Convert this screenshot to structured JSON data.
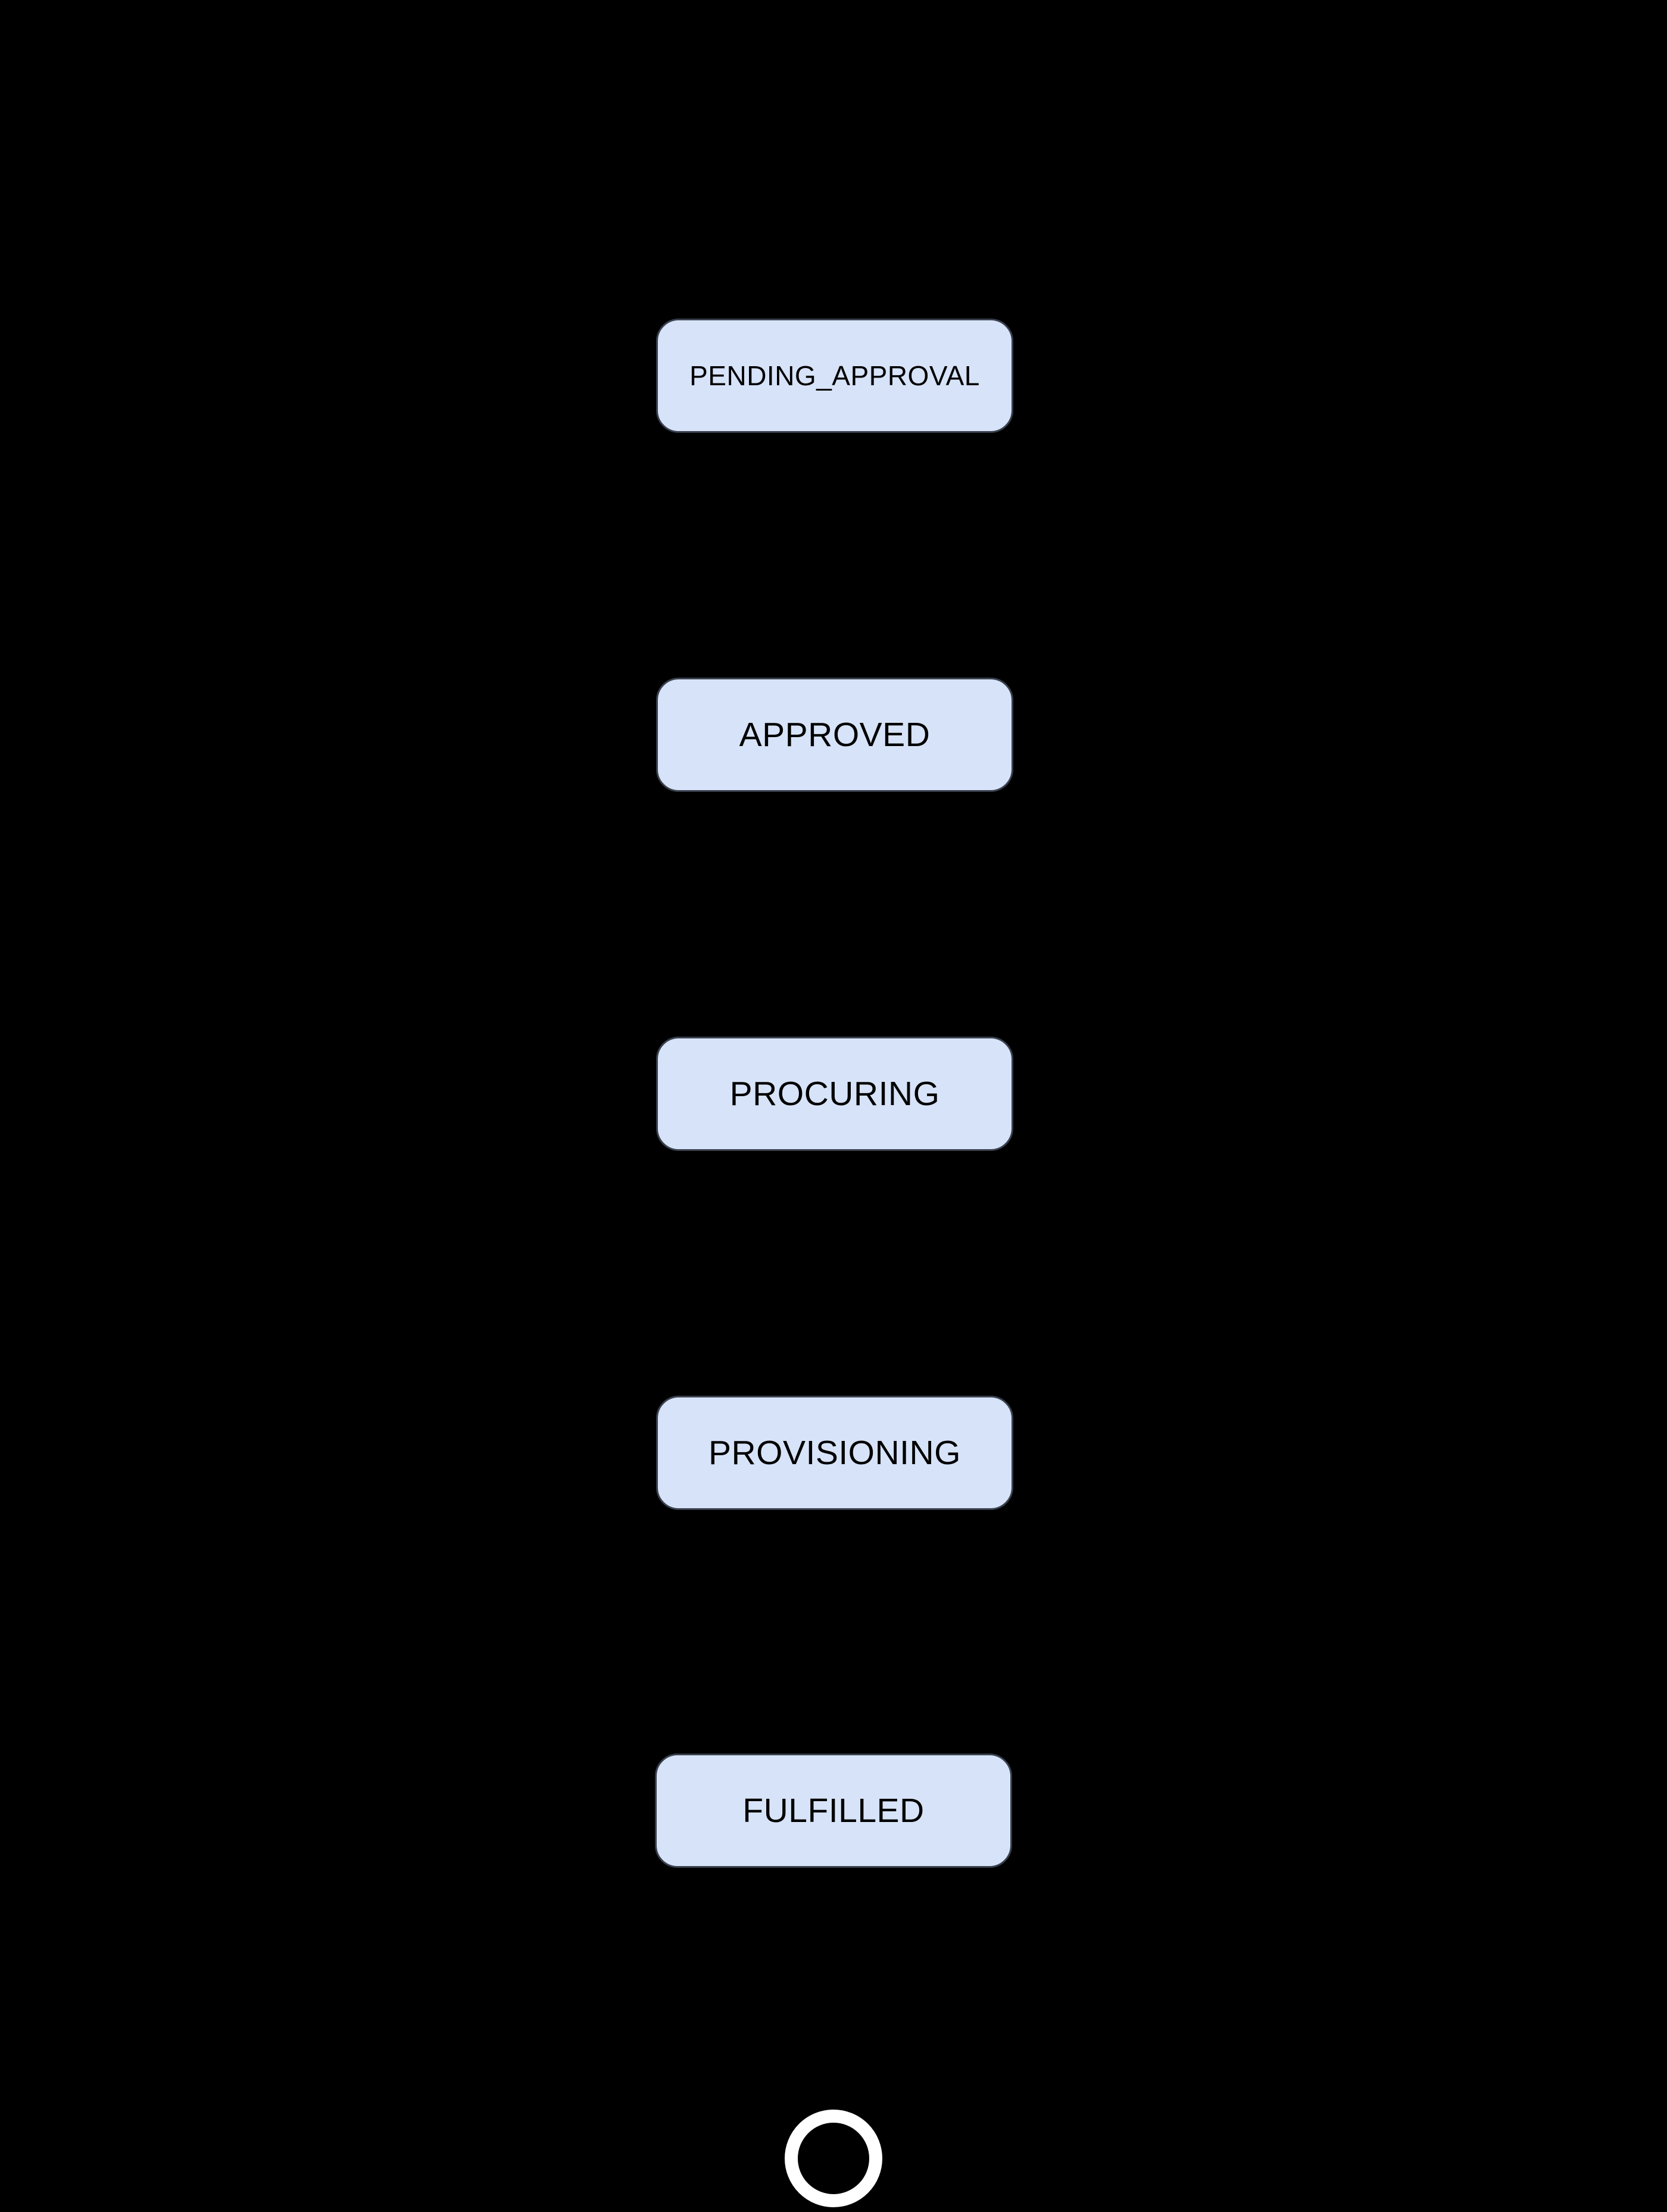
{
  "diagram": {
    "background_color": "#000000",
    "states": [
      {
        "label": "PENDING_APPROVAL"
      },
      {
        "label": "APPROVED"
      },
      {
        "label": "PROCURING"
      },
      {
        "label": "PROVISIONING"
      },
      {
        "label": "FULFILLED"
      }
    ],
    "terminal_marker": {
      "shape": "circle-outline",
      "color": "#ffffff"
    },
    "node_style": {
      "fill_color": "#d7e3f8",
      "border_color": "#39404d",
      "text_color": "#000000"
    }
  }
}
